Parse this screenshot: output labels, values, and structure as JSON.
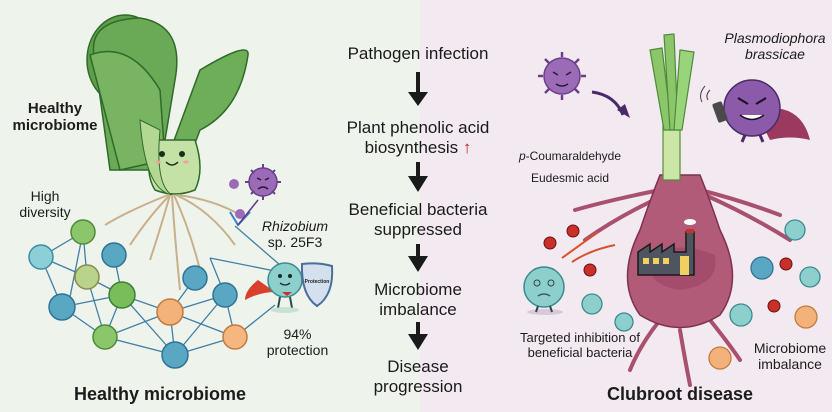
{
  "left_panel": {
    "heading": "Healthy microbiome",
    "heading_line1": "Healthy",
    "heading_line2": "microbiome",
    "diversity_line1": "High",
    "diversity_line2": "diversity",
    "rhizobium_name": "Rhizobium",
    "rhizobium_strain": "sp. 25F3",
    "shield_text": "Protection",
    "protection_value": "94%",
    "protection_label": "protection",
    "footer_title": "Healthy microbiome"
  },
  "flow": {
    "steps": [
      {
        "line1": "Pathogen infection",
        "line2": ""
      },
      {
        "line1": "Plant phenolic acid",
        "line2": "biosynthesis",
        "indicator": "↑"
      },
      {
        "line1": "Beneficial bacteria",
        "line2": "suppressed"
      },
      {
        "line1": "Microbiome",
        "line2": "imbalance"
      },
      {
        "line1": "Disease",
        "line2": "progression"
      }
    ]
  },
  "right_panel": {
    "pathogen_line1": "Plasmodiophora",
    "pathogen_line2": "brassicae",
    "compound1_prefix": "p",
    "compound1_rest": "-Coumaraldehyde",
    "compound2": "Eudesmic acid",
    "inhibition_line1": "Targeted inhibition of",
    "inhibition_line2": "beneficial bacteria",
    "imbalance_line1": "Microbiome",
    "imbalance_line2": "imbalance",
    "footer_title": "Clubroot disease"
  },
  "colors": {
    "left_bg": "#eef4ec",
    "right_bg": "#f3eaf1",
    "microbe_blue": "#5aa7c4",
    "microbe_green": "#8cc66a",
    "microbe_orange": "#f2b27a",
    "pathogen_purple": "#8b5aa8",
    "clubroot_gall": "#a9506e",
    "indicator_red": "#c0202a"
  }
}
